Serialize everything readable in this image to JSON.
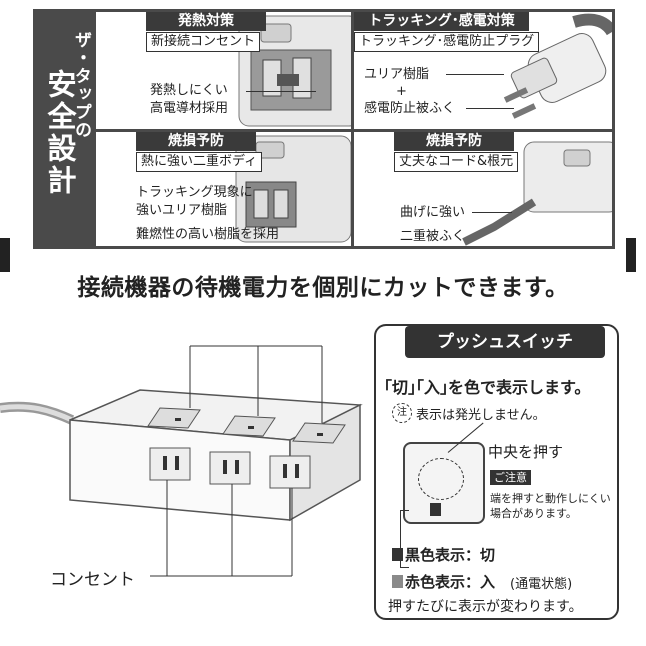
{
  "side_title": {
    "small": "ザ・タップの",
    "big": "安全設計"
  },
  "panels": [
    {
      "heading": "発熱対策",
      "sub": "新接続コンセント",
      "labels": [
        "発熱しにくい",
        "高電導材採用"
      ]
    },
    {
      "heading": "トラッキング･感電対策",
      "sub": "トラッキング･感電防止プラグ",
      "labels": [
        "ユリア樹脂",
        "+",
        "感電防止被ふく"
      ]
    },
    {
      "heading": "焼損予防",
      "sub": "熱に強い二重ボディ",
      "labels": [
        "トラッキング現象に",
        "強いユリア樹脂",
        "難燃性の高い樹脂を採用"
      ]
    },
    {
      "heading": "焼損予防",
      "sub": "丈夫なコード&根元",
      "labels": [
        "曲げに強い",
        "二重被ふく"
      ]
    }
  ],
  "headline": "接続機器の待機電力を個別にカットできます。",
  "outlet_label": "コンセント",
  "info": {
    "title": "プッシュスイッチ",
    "lead": "｢切｣｢入｣を色で表示します。",
    "note_icon": "注",
    "note": "表示は発光しません。",
    "press_center": "中央を押す",
    "caution_badge": "ご注意",
    "caution_lines": [
      "端を押すと動作しにくい",
      "場合があります。"
    ],
    "black_label": "黒色表示：切",
    "red_label": "赤色表示：入",
    "red_paren": "(通電状態)",
    "footer": "押すたびに表示が変わります。"
  },
  "colors": {
    "dark_panel": "#4a4a4a",
    "heading_bg": "#3a3a3a",
    "red_indicator": "#8a8a8a",
    "black_indicator": "#333333"
  }
}
